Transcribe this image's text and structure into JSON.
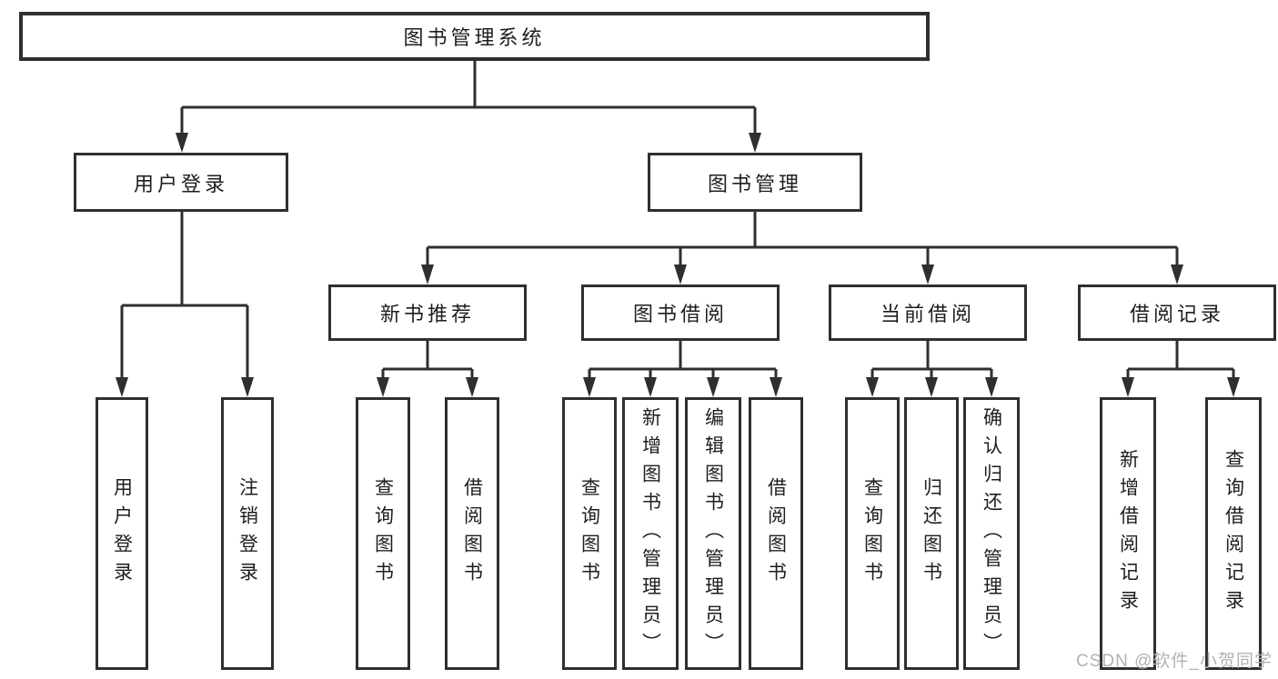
{
  "title": "图书管理系统",
  "tree": {
    "root": {
      "label": "图书管理系统"
    },
    "branches": [
      {
        "label": "用户登录",
        "children": [
          {
            "label": "用户登录"
          },
          {
            "label": "注销登录"
          }
        ]
      },
      {
        "label": "图书管理",
        "groups": [
          {
            "label": "新书推荐",
            "children": [
              {
                "label": "查询图书"
              },
              {
                "label": "借阅图书"
              }
            ]
          },
          {
            "label": "图书借阅",
            "children": [
              {
                "label": "查询图书"
              },
              {
                "label": "新增图书（管理员）"
              },
              {
                "label": "编辑图书（管理员）"
              },
              {
                "label": "借阅图书"
              }
            ]
          },
          {
            "label": "当前借阅",
            "children": [
              {
                "label": "查询图书"
              },
              {
                "label": "归还图书"
              },
              {
                "label": "确认归还（管理员）"
              }
            ]
          },
          {
            "label": "借阅记录",
            "children": [
              {
                "label": "新增借阅记录"
              },
              {
                "label": "查询借阅记录"
              }
            ]
          }
        ]
      }
    ]
  },
  "watermark": "CSDN @软件_小贺同学",
  "colors": {
    "line": "#2f2f2f",
    "text": "#1e1e1e",
    "box_background": "#ffffff",
    "watermark": "#b2b2b2"
  }
}
